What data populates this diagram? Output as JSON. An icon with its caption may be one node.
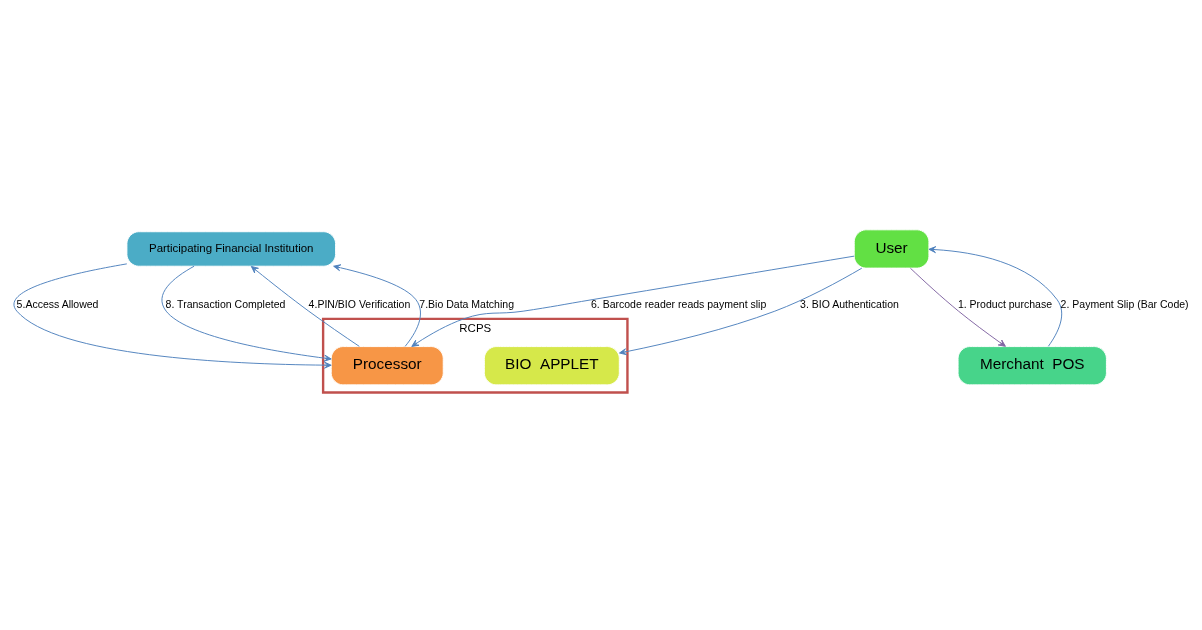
{
  "diagram": {
    "nodes": [
      {
        "text": [
          "Participating Financial Institution"
        ]
      },
      {
        "text": [
          "Merchant  POS"
        ]
      },
      {
        "text": [
          "User"
        ]
      },
      {
        "text": [
          "RCPS"
        ]
      },
      {
        "text": [
          "Processor"
        ],
        "in": 3
      },
      {
        "text": [
          "BIO  APPLET"
        ],
        "in": 3
      }
    ],
    "edges": [
      {
        "from": 2,
        "to": 1,
        "arrow": "to",
        "label": "1. Product purchase",
        "color": "#8064a2"
      },
      {
        "from": 1,
        "to": 2,
        "arrow": "to",
        "label": "2. Payment Slip (Bar Code)"
      },
      {
        "from": 2,
        "to": 5,
        "arrow": "to",
        "label": "3. BIO Authentication"
      },
      {
        "from": 4,
        "to": 0,
        "arrow": "to",
        "label": "4.PIN/BIO Verification"
      },
      {
        "from": 0,
        "to": 4,
        "arrow": "to",
        "label": "5.Access Allowed"
      },
      {
        "from": 2,
        "to": 4,
        "arrow": "to",
        "label": "6. Barcode reader reads payment slip"
      },
      {
        "from": 4,
        "to": 0,
        "arrow": "to",
        "label": "7.Bio Data Matching"
      },
      {
        "from": 0,
        "to": 4,
        "arrow": "to",
        "label": "8. Transaction Completed"
      }
    ]
  }
}
